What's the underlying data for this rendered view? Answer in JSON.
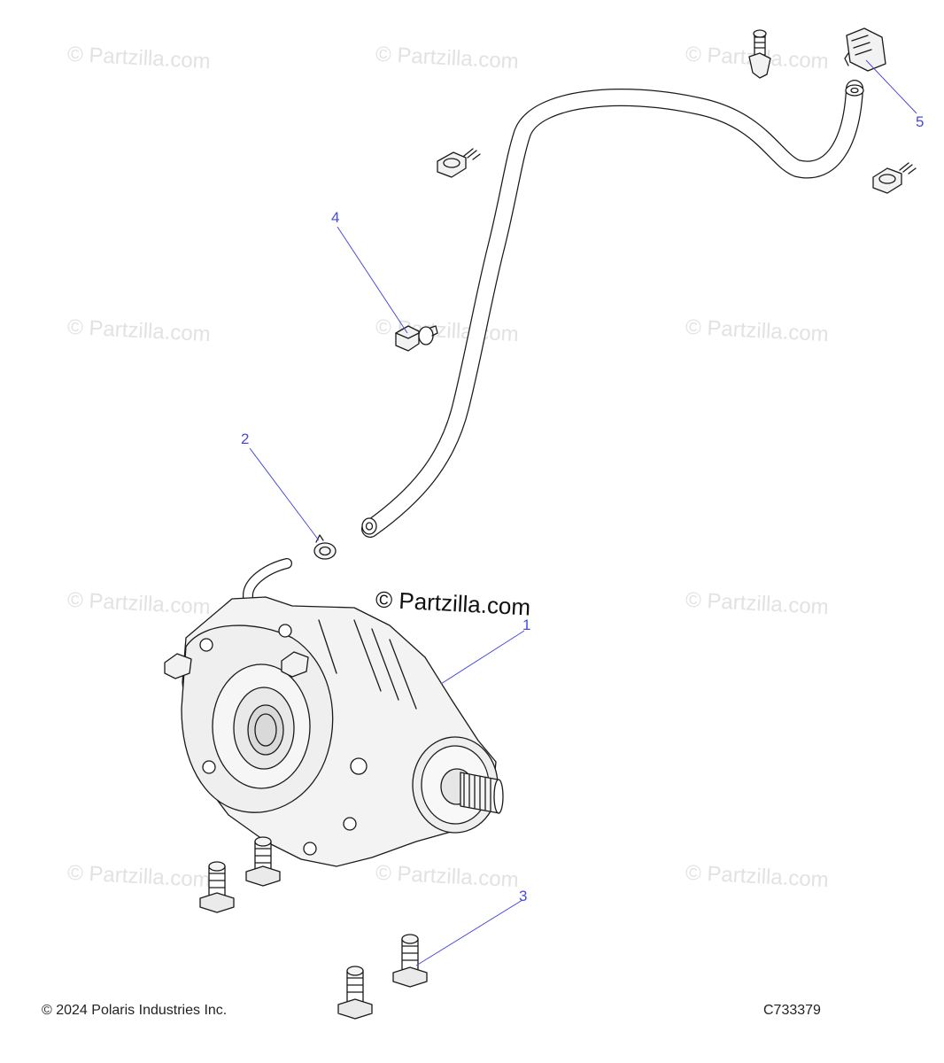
{
  "watermark_text": "© Partzilla.com",
  "main_watermark": "© Partzilla.com",
  "callouts": {
    "c1": "1",
    "c2": "2",
    "c3": "3",
    "c4": "4",
    "c5": "5"
  },
  "footer": {
    "copyright": "© 2024 Polaris Industries Inc.",
    "diagram_code": "C733379"
  },
  "colors": {
    "callout": "#4a4adc",
    "line": "#1a1a1a",
    "watermark": "#e2e2e2"
  }
}
